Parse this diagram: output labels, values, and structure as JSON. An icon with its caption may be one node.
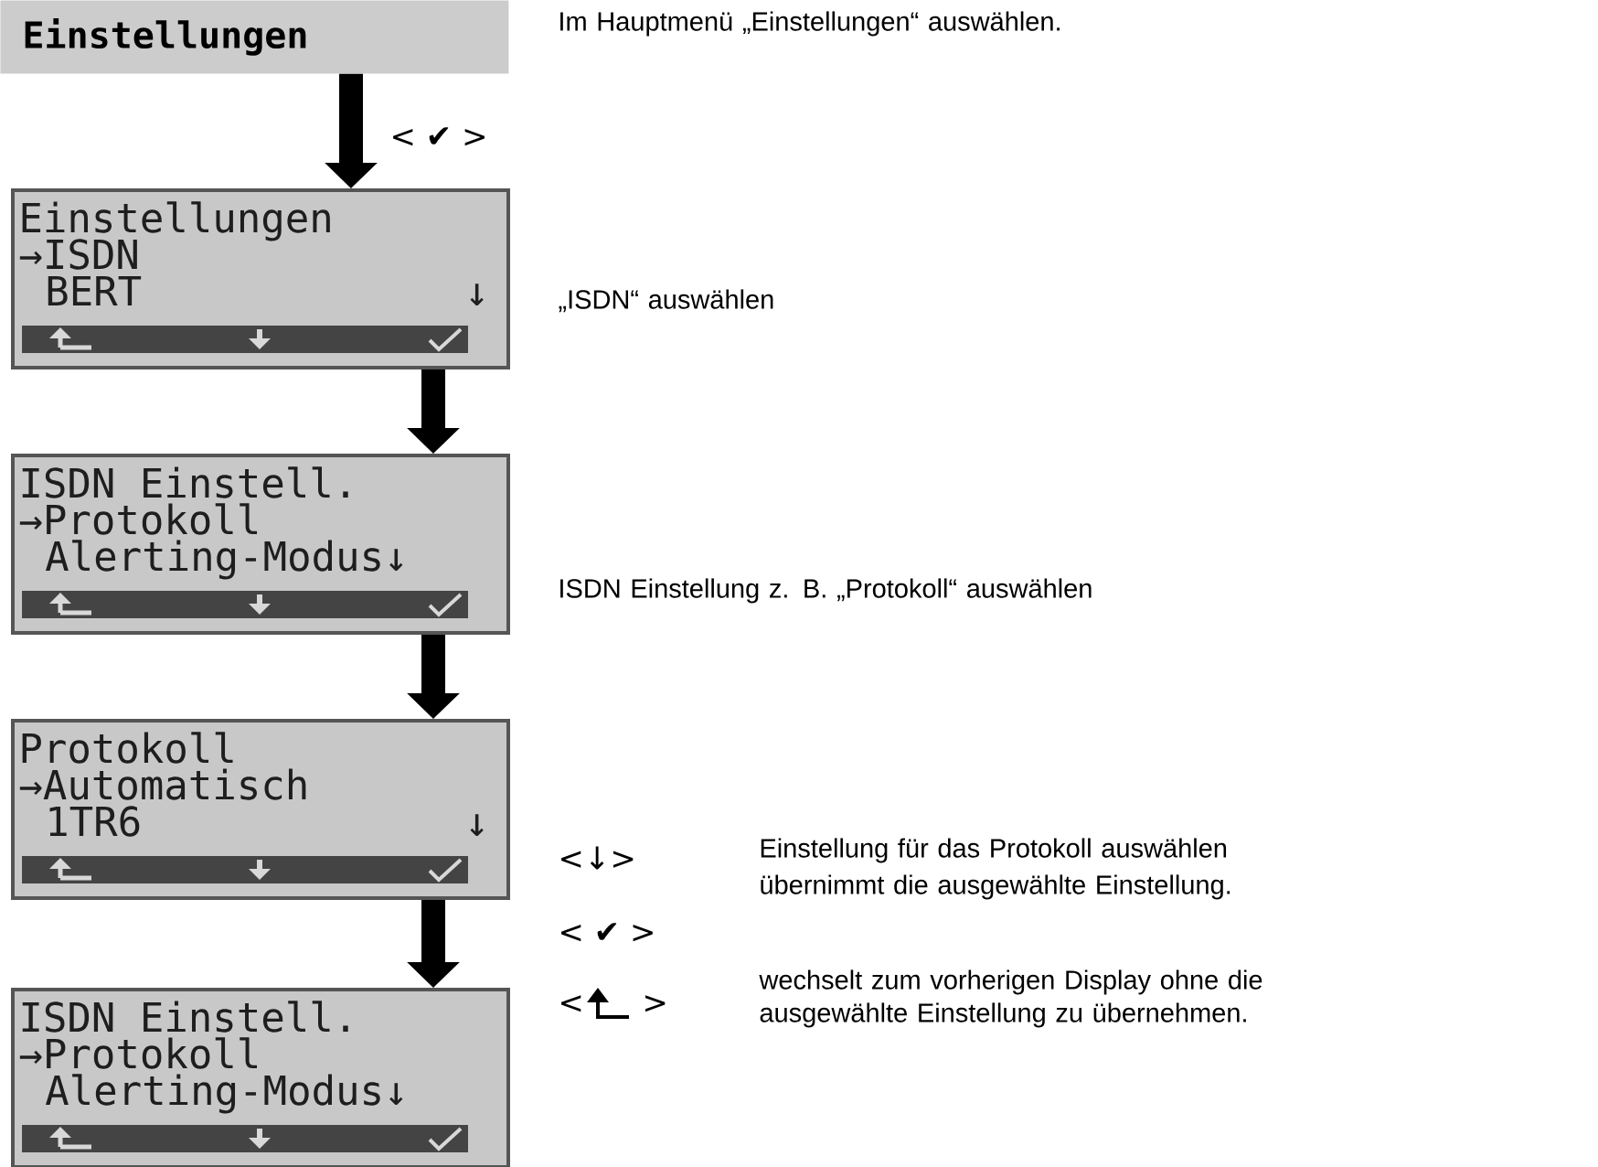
{
  "diagram": {
    "nodes": [
      {
        "text": [
          "Einstellungen"
        ]
      },
      {
        "text": [
          "Einstellungen",
          "→ISDN",
          "BERT",
          "↓"
        ]
      },
      {
        "text": [
          "ISDN Einstell.",
          "→Protokoll",
          "Alerting-Modus↓"
        ]
      },
      {
        "text": [
          "Protokoll",
          "→Automatisch",
          "1TR6",
          "↓"
        ]
      },
      {
        "text": [
          "ISDN Einstell.",
          "→Protokoll",
          "Alerting-Modus↓"
        ]
      }
    ],
    "edges": [
      {
        "from": 0,
        "to": 1,
        "arrow": "to",
        "label": "< ✔ >"
      },
      {
        "from": 1,
        "to": 2,
        "arrow": "to"
      },
      {
        "from": 2,
        "to": 3,
        "arrow": "to"
      },
      {
        "from": 3,
        "to": 4,
        "arrow": "to"
      }
    ],
    "labels": [
      "Im Hauptmenü „Einstellungen“ auswählen.",
      "„ISDN“ auswählen",
      "ISDN Einstellung z. B. „Protokoll“ auswählen",
      "<↓>",
      "Einstellung für das Protokoll auswählen",
      "< ✔ >",
      "übernimmt die ausgewählte Einstellung.",
      "<",
      ">",
      "wechselt zum vorherigen Display ohne die ausgewählte Einstellung zu übernehmen."
    ]
  }
}
